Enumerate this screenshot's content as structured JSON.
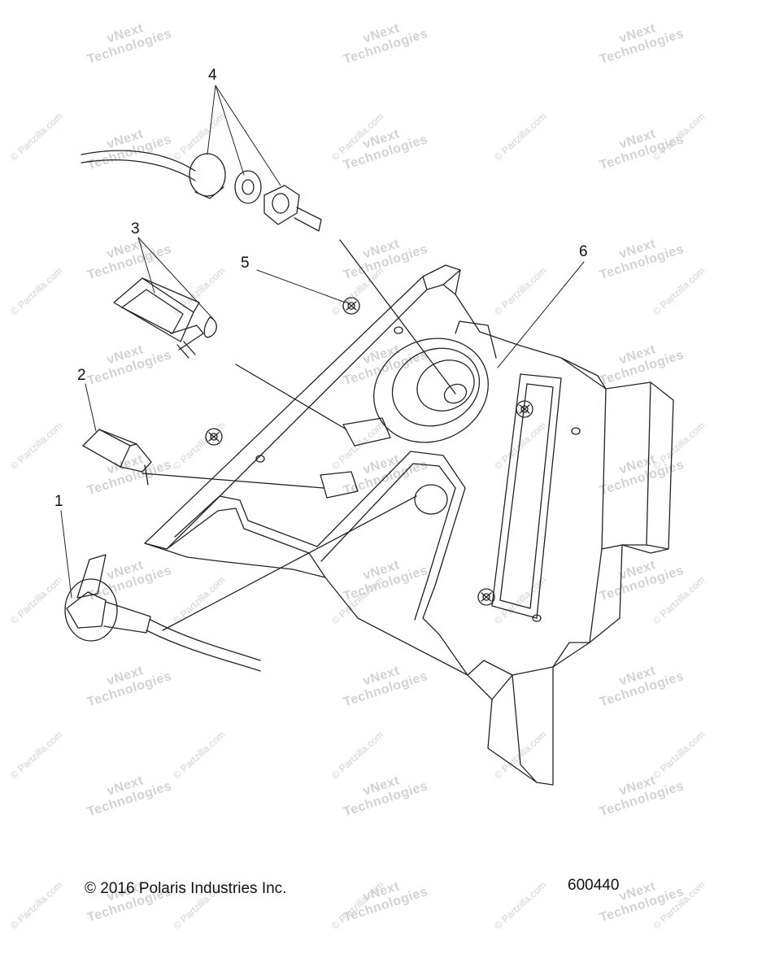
{
  "watermarks": {
    "vnext_line1": "vNext",
    "vnext_line2": "Technologies",
    "partzilla": "© Partzilla.com"
  },
  "callouts": [
    "1",
    "2",
    "3",
    "4",
    "5",
    "6"
  ],
  "footer": {
    "copyright": "© 2016 Polaris Industries Inc.",
    "diagram_number": "600440"
  },
  "colors": {
    "line": "#222222",
    "watermark": "#d2d2d2",
    "background": "#ffffff"
  }
}
